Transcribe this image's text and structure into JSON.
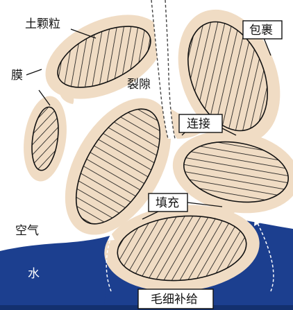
{
  "labels": {
    "soil_particle": "土颗粒",
    "membrane": "膜",
    "fissure": "裂隙",
    "wrapping": "包裹",
    "connection": "连接",
    "filling": "填充",
    "air": "空气",
    "water": "水",
    "capillary_supply": "毛细补给"
  },
  "colors": {
    "film": "#f0dcc4",
    "water": "#1c3f8f",
    "water_dark": "#13306f",
    "hatch": "#111111",
    "background": "#ffffff"
  }
}
